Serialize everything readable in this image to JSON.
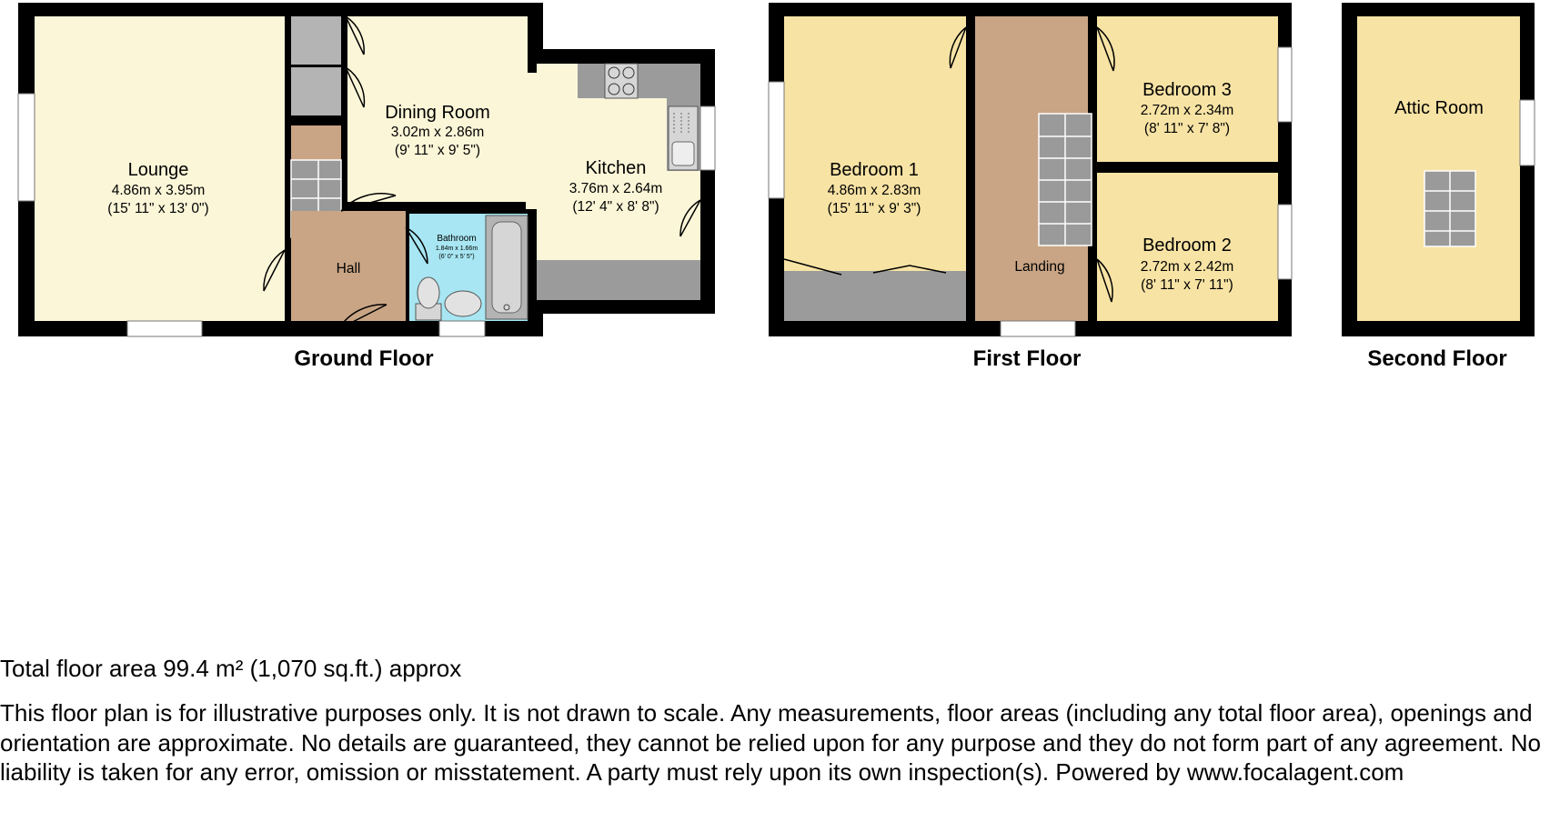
{
  "colors": {
    "wall": "#000000",
    "lounge_floor": "#fbf6d8",
    "bedroom_floor": "#f7e3a4",
    "hall_floor": "#c9a585",
    "bathroom_floor": "#a7e6f2",
    "fitted_unit": "#9b9b9b"
  },
  "ground_floor": {
    "title": "Ground Floor",
    "lounge": {
      "name": "Lounge",
      "metric": "4.86m x 3.95m",
      "imperial": "(15' 11\" x 13' 0\")"
    },
    "dining": {
      "name": "Dining Room",
      "metric": "3.02m x 2.86m",
      "imperial": "(9' 11\" x 9' 5\")"
    },
    "kitchen": {
      "name": "Kitchen",
      "metric": "3.76m x 2.64m",
      "imperial": "(12' 4\" x 8' 8\")"
    },
    "bathroom": {
      "name": "Bathroom",
      "metric": "1.84m x 1.66m",
      "imperial": "(6' 0\" x 5' 5\")"
    },
    "hall": {
      "name": "Hall"
    }
  },
  "first_floor": {
    "title": "First Floor",
    "bedroom1": {
      "name": "Bedroom 1",
      "metric": "4.86m x 2.83m",
      "imperial": "(15' 11\" x 9' 3\")"
    },
    "bedroom3": {
      "name": "Bedroom 3",
      "metric": "2.72m x 2.34m",
      "imperial": "(8' 11\" x 7' 8\")"
    },
    "bedroom2": {
      "name": "Bedroom 2",
      "metric": "2.72m x 2.42m",
      "imperial": "(8' 11\" x 7' 11\")"
    },
    "landing": {
      "name": "Landing"
    }
  },
  "second_floor": {
    "title": "Second Floor",
    "attic": {
      "name": "Attic Room"
    }
  },
  "footer": {
    "total_area": "Total floor area 99.4 m² (1,070 sq.ft.) approx",
    "disclaimer": "This floor plan is for illustrative purposes only. It is not drawn to scale. Any measurements, floor areas (including any total floor area), openings and orientation are approximate. No details are guaranteed, they cannot be relied upon for any purpose and they do not form part of any agreement. No liability is taken for any error, omission or misstatement. A party must rely upon its own inspection(s). Powered by www.focalagent.com"
  }
}
